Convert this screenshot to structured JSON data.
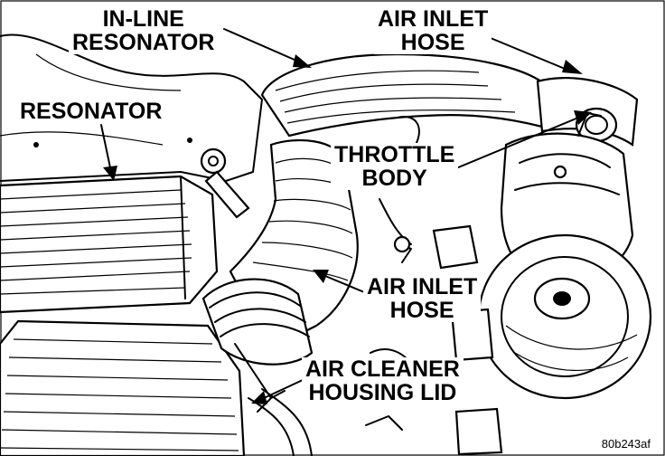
{
  "callouts": {
    "inline_resonator": [
      "IN-LINE",
      "RESONATOR"
    ],
    "air_inlet_hose_top": [
      "AIR INLET",
      "HOSE"
    ],
    "resonator": [
      "RESONATOR"
    ],
    "throttle_body": [
      "THROTTLE",
      "BODY"
    ],
    "air_inlet_hose_mid": [
      "AIR INLET",
      "HOSE"
    ],
    "air_cleaner_housing_lid": [
      "AIR CLEANER",
      "HOUSING LID"
    ]
  },
  "figure_id": "80b243af",
  "colors": {
    "ink": "#000000",
    "paper": "#ffffff"
  }
}
